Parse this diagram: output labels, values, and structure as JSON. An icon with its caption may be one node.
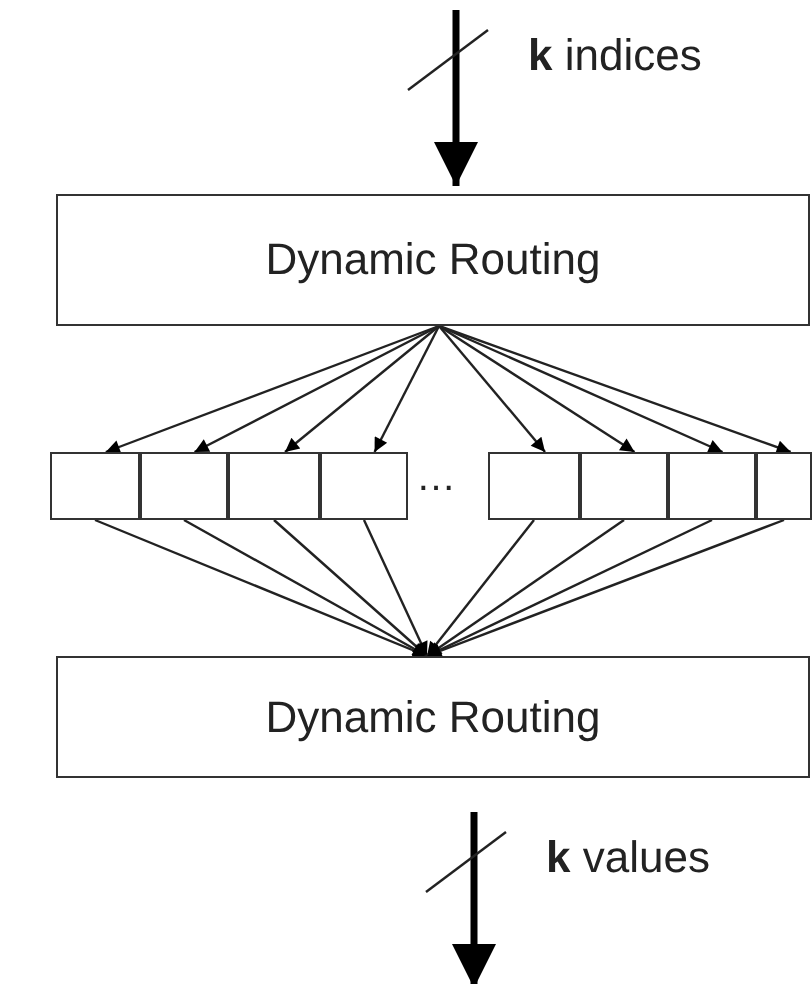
{
  "diagram": {
    "nodes": [
      {
        "text": [
          "Dynamic Routing"
        ]
      },
      {
        "text": [],
        "shape": "box"
      },
      {
        "text": [],
        "shape": "box"
      },
      {
        "text": [],
        "shape": "box"
      },
      {
        "text": [],
        "shape": "box"
      },
      {
        "text": [],
        "shape": "box"
      },
      {
        "text": [],
        "shape": "box"
      },
      {
        "text": [],
        "shape": "box"
      },
      {
        "text": [],
        "shape": "box"
      },
      {
        "text": [
          "Dynamic Routing"
        ]
      }
    ],
    "edges": [
      {
        "from": null,
        "to": 0,
        "arrow": "to",
        "label": "**k** indices",
        "style": "thick"
      },
      {
        "from": 0,
        "to": 1,
        "arrow": "to"
      },
      {
        "from": 0,
        "to": 2,
        "arrow": "to"
      },
      {
        "from": 0,
        "to": 3,
        "arrow": "to"
      },
      {
        "from": 0,
        "to": 4,
        "arrow": "to"
      },
      {
        "from": 0,
        "to": 5,
        "arrow": "to"
      },
      {
        "from": 0,
        "to": 6,
        "arrow": "to"
      },
      {
        "from": 0,
        "to": 7,
        "arrow": "to"
      },
      {
        "from": 0,
        "to": 8,
        "arrow": "to"
      },
      {
        "from": 1,
        "to": 9,
        "arrow": "to"
      },
      {
        "from": 2,
        "to": 9,
        "arrow": "to"
      },
      {
        "from": 3,
        "to": 9,
        "arrow": "to"
      },
      {
        "from": 4,
        "to": 9,
        "arrow": "to"
      },
      {
        "from": 5,
        "to": 9,
        "arrow": "to"
      },
      {
        "from": 6,
        "to": 9,
        "arrow": "to"
      },
      {
        "from": 7,
        "to": 9,
        "arrow": "to"
      },
      {
        "from": 8,
        "to": 9,
        "arrow": "to"
      },
      {
        "from": 9,
        "to": null,
        "arrow": "to",
        "label": "**k** values",
        "style": "thick"
      }
    ],
    "labels": [
      "…"
    ]
  }
}
